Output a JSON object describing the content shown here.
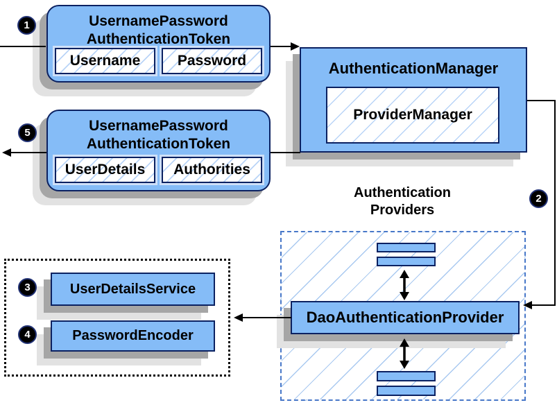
{
  "badges": [
    "1",
    "2",
    "3",
    "4",
    "5"
  ],
  "token_request": {
    "title_line1": "UsernamePassword",
    "title_line2": "AuthenticationToken",
    "fields": [
      "Username",
      "Password"
    ]
  },
  "authentication_manager": {
    "title": "AuthenticationManager",
    "inner_box": "ProviderManager"
  },
  "token_result": {
    "title_line1": "UsernamePassword",
    "title_line2": "AuthenticationToken",
    "fields": [
      "UserDetails",
      "Authorities"
    ]
  },
  "authentication_providers": {
    "heading_line1": "Authentication",
    "heading_line2": "Providers",
    "provider": "DaoAuthenticationProvider"
  },
  "collaborators": {
    "user_details_service": "UserDetailsService",
    "password_encoder": "PasswordEncoder"
  },
  "colors": {
    "box_fill": "#85BCF7",
    "box_border": "#0B2161",
    "hatch_line": "#B9D4F7",
    "dashed_border": "#4777C8",
    "shadow_dark": "#A6A6A6",
    "shadow_light": "#E2E2E2",
    "connector": "#000000"
  }
}
